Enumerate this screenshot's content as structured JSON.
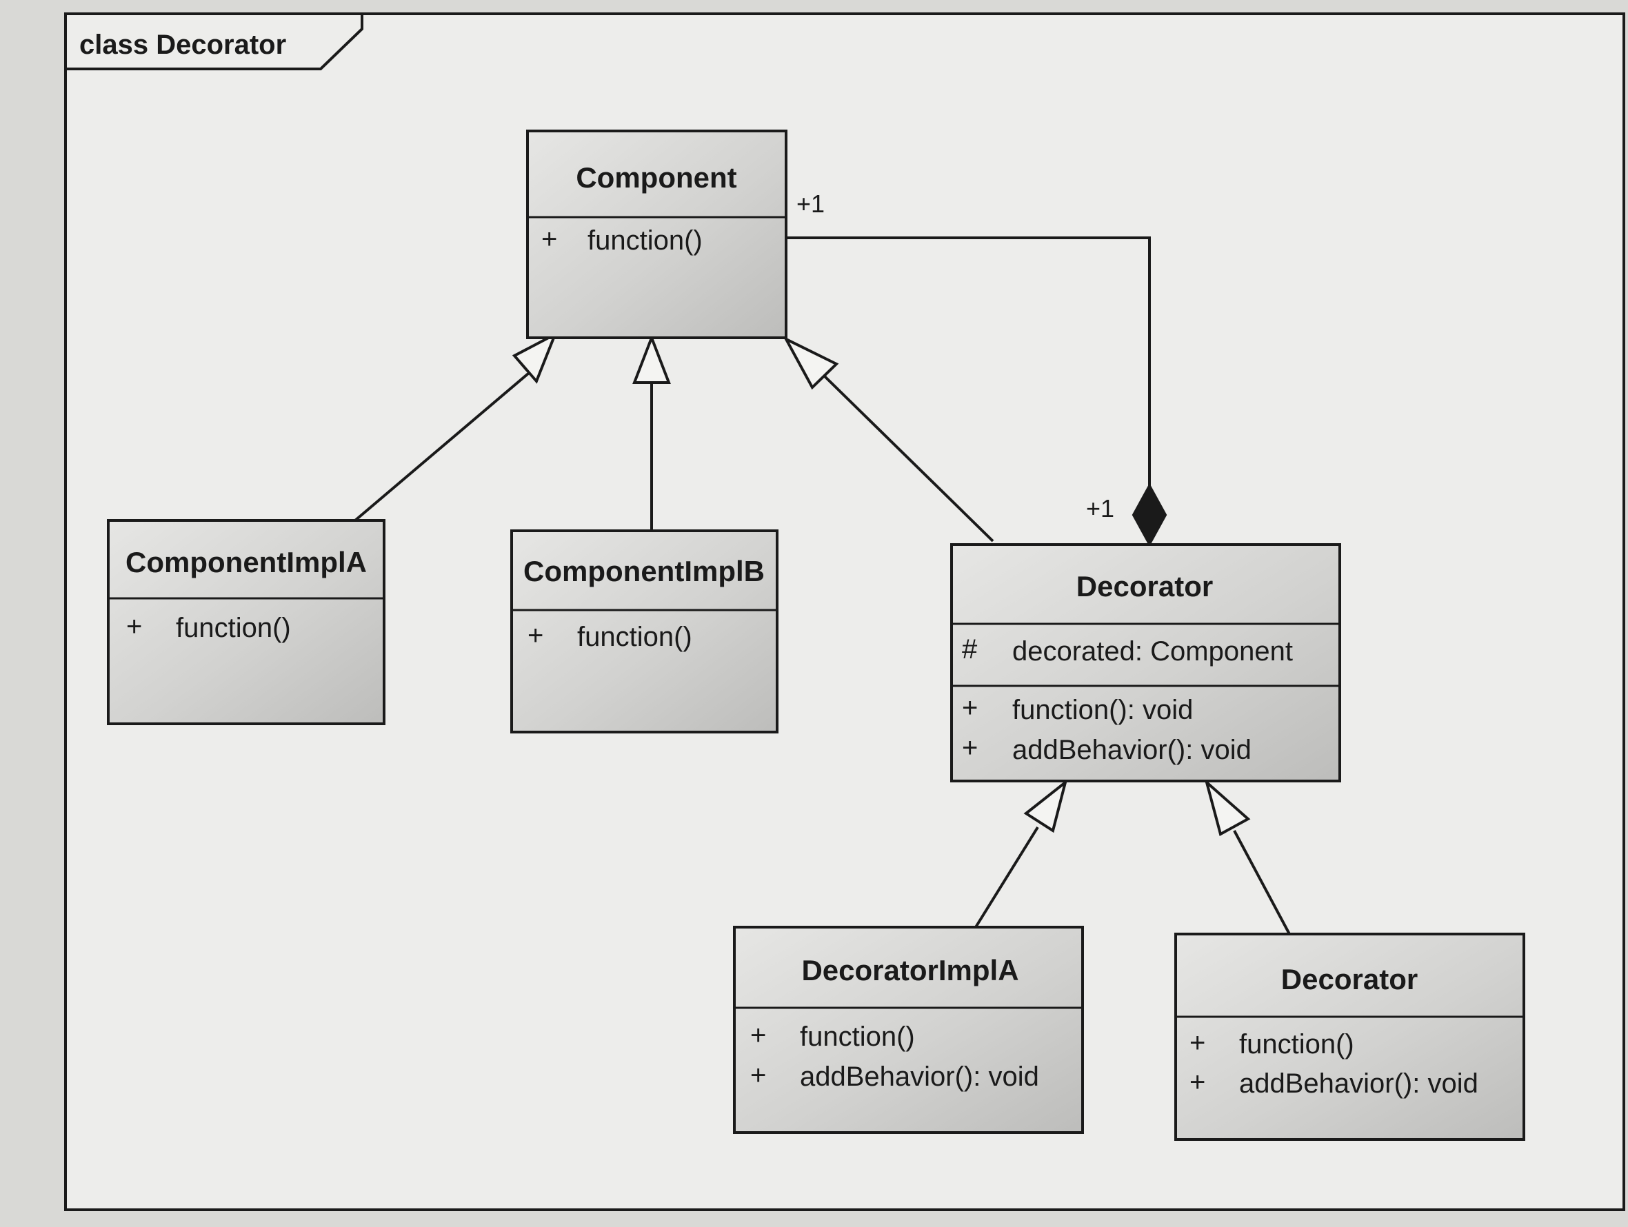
{
  "frame": {
    "title": "class Decorator"
  },
  "classes": {
    "component": {
      "name": "Component",
      "methods": [
        {
          "vis": "+",
          "text": "function()"
        }
      ]
    },
    "impl_a": {
      "name": "ComponentImplA",
      "methods": [
        {
          "vis": "+",
          "text": "function()"
        }
      ]
    },
    "impl_b": {
      "name": "ComponentImplB",
      "methods": [
        {
          "vis": "+",
          "text": "function()"
        }
      ]
    },
    "decorator": {
      "name": "Decorator",
      "attributes": [
        {
          "vis": "#",
          "text": "decorated: Component"
        }
      ],
      "methods": [
        {
          "vis": "+",
          "text": "function(): void"
        },
        {
          "vis": "+",
          "text": "addBehavior(): void"
        }
      ]
    },
    "decorator_impl_a": {
      "name": "DecoratorImplA",
      "methods": [
        {
          "vis": "+",
          "text": "function()"
        },
        {
          "vis": "+",
          "text": "addBehavior(): void"
        }
      ]
    },
    "decorator_sub": {
      "name": "Decorator",
      "methods": [
        {
          "vis": "+",
          "text": "function()"
        },
        {
          "vis": "+",
          "text": "addBehavior(): void"
        }
      ]
    }
  },
  "associations": {
    "composition": {
      "source_multiplicity": "+1",
      "target_multiplicity": "+1"
    }
  },
  "colors": {
    "background": "#d9d9d6",
    "frame_fill": "#ededeb",
    "box_fill": "#dadada",
    "line": "#1a1a1a"
  }
}
